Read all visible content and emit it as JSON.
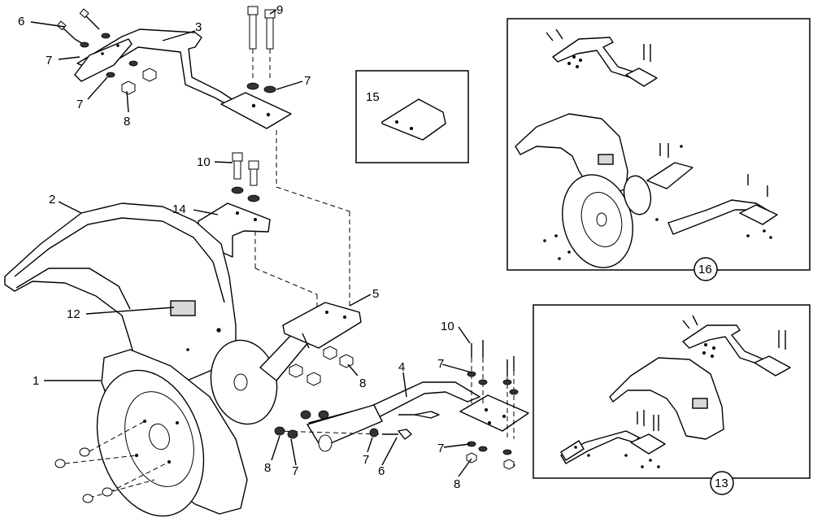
{
  "callouts": {
    "c1": "1",
    "c2": "2",
    "c3": "3",
    "c4": "4",
    "c5": "5",
    "c6a": "6",
    "c6b": "6",
    "c7a": "7",
    "c7b": "7",
    "c7c": "7",
    "c7d": "7",
    "c7e": "7",
    "c7f": "7",
    "c7g": "7",
    "c8a": "8",
    "c8b": "8",
    "c8c": "8",
    "c8d": "8",
    "c9": "9",
    "c10a": "10",
    "c10b": "10",
    "c12": "12",
    "c13": "13",
    "c14": "14",
    "c15": "15",
    "c16": "16"
  }
}
